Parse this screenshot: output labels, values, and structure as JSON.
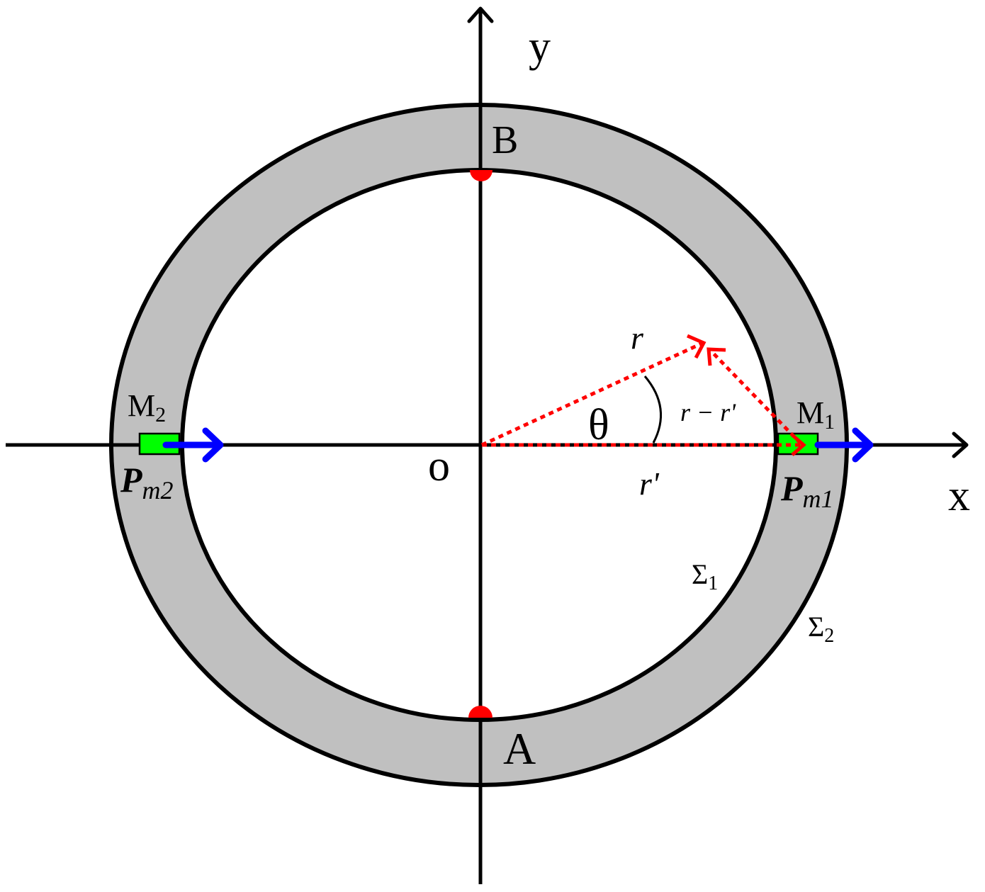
{
  "labels": {
    "y_axis": "y",
    "x_axis": "x",
    "origin": "o",
    "point_b": "B",
    "point_a": "A",
    "m1_base": "M",
    "m1_sub": "1",
    "m2_base": "M",
    "m2_sub": "2",
    "pm1_base": "P",
    "pm1_sub": "m1",
    "pm2_base": "P",
    "pm2_sub": "m2",
    "vector_r": "r",
    "vector_r_prime": "r'",
    "vector_diff": "r − r'",
    "angle": "θ",
    "sigma1_base": "Σ",
    "sigma1_sub": "1",
    "sigma2_base": "Σ",
    "sigma2_sub": "2"
  },
  "colors": {
    "ring_fill": "#c0c0c0",
    "stroke": "#000000",
    "vector_red": "#ff0000",
    "dipole_blue": "#0000ff",
    "dipole_green": "#00ff00",
    "marker_red": "#ff0000"
  }
}
